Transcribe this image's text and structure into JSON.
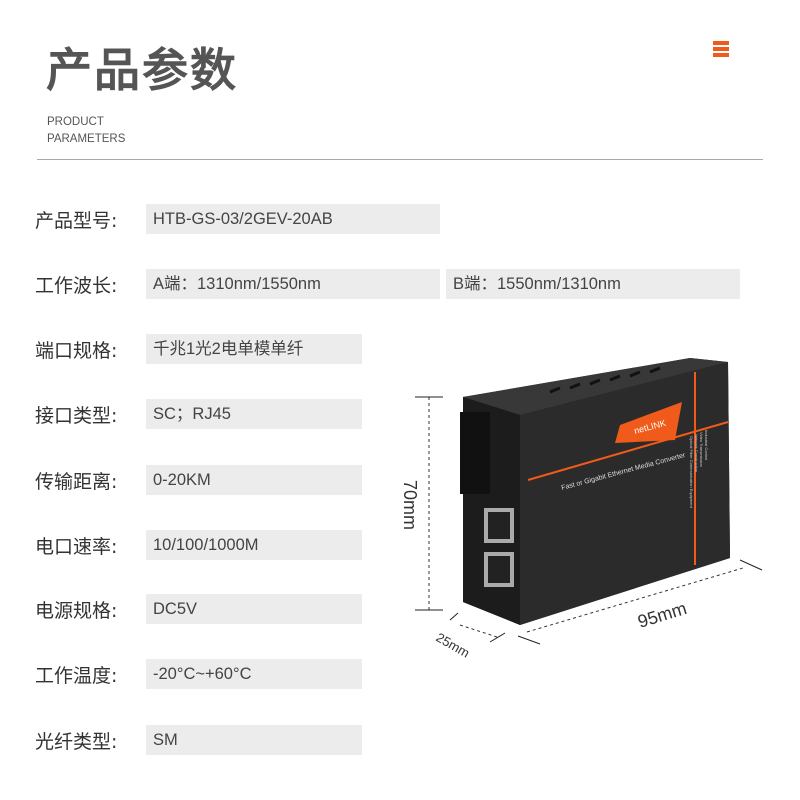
{
  "header": {
    "title": "产品参数",
    "subtitle_line1": "PRODUCT",
    "subtitle_line2": "PARAMETERS"
  },
  "params": [
    {
      "label": "产品型号:",
      "values": [
        "HTB-GS-03/2GEV-20AB"
      ]
    },
    {
      "label": "工作波长:",
      "values": [
        "A端：1310nm/1550nm",
        "B端：1550nm/1310nm"
      ]
    },
    {
      "label": "端口规格:",
      "values": [
        "千兆1光2电单模单纤"
      ]
    },
    {
      "label": "接口类型:",
      "values": [
        "SC；RJ45"
      ]
    },
    {
      "label": "传输距离:",
      "values": [
        "0-20KM"
      ]
    },
    {
      "label": "电口速率:",
      "values": [
        "10/100/1000M"
      ]
    },
    {
      "label": "电源规格:",
      "values": [
        "DC5V"
      ]
    },
    {
      "label": "工作温度:",
      "values": [
        "-20°C~+60°C"
      ]
    },
    {
      "label": "光纤类型:",
      "values": [
        "SM"
      ]
    }
  ],
  "product": {
    "brand": "netLINK",
    "tagline": "Fast or Gigabit Ethernet Media Converter",
    "side_text": [
      "Industrial Control",
      "Video Transmission",
      "Network Construction",
      "Optical Fiber Communication Equipment"
    ],
    "dim_height": "70mm",
    "dim_width": "95mm",
    "dim_depth": "25mm"
  },
  "colors": {
    "accent": "#f05a1a",
    "box": "#ececec"
  }
}
